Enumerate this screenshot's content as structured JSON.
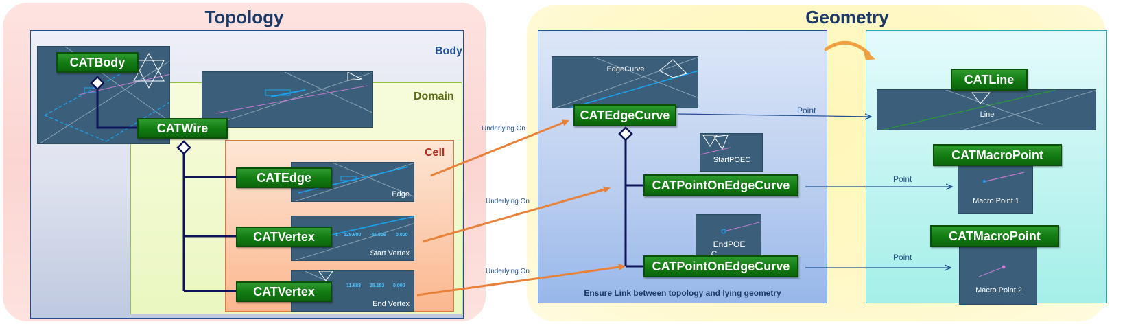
{
  "titles": {
    "topology": "Topology",
    "geometry": "Geometry"
  },
  "regions": {
    "body": "Body",
    "domain": "Domain",
    "cell": "Cell"
  },
  "classes": {
    "cat_body": "CATBody",
    "cat_wire": "CATWire",
    "cat_edge": "CATEdge",
    "cat_vertex_start": "CATVertex",
    "cat_vertex_end": "CATVertex",
    "cat_edge_curve": "CATEdgeCurve",
    "cat_poec_start": "CATPointOnEdgeCurve",
    "cat_poec_end": "CATPointOnEdgeCurve",
    "cat_line": "CATLine",
    "cat_macro_point_1": "CATMacroPoint",
    "cat_macro_point_2": "CATMacroPoint"
  },
  "thumbnails": {
    "edge": "Edge",
    "start_vertex": "Start Vertex",
    "start_vertex_coords": [
      "1",
      "129.600",
      "-46.826",
      "0.000"
    ],
    "end_vertex": "End Vertex",
    "end_vertex_coords": [
      "11.683",
      "25.153",
      "0.000"
    ],
    "edge_curve": "EdgeCurve",
    "start_poec": "StartPOEC",
    "end_poec_line1": "EndPOE",
    "end_poec_line2": "C",
    "line": "Line",
    "macro_point_1": "Macro Point 1",
    "macro_point_2": "Macro Point 2"
  },
  "relations": {
    "underlying_on_1": "Underlying On",
    "underlying_on_2": "Underlying On",
    "underlying_on_3": "Underlying On",
    "point_1": "Point",
    "point_2": "Point",
    "point_3": "Point"
  },
  "caption": "Ensure Link between topology and lying geometry",
  "colors": {
    "class_box": "#117a11",
    "tree_line": "#0d1457",
    "orange_arrow": "#e8823a",
    "blue_arrow": "#1f4e91",
    "title": "#1b3a66"
  }
}
